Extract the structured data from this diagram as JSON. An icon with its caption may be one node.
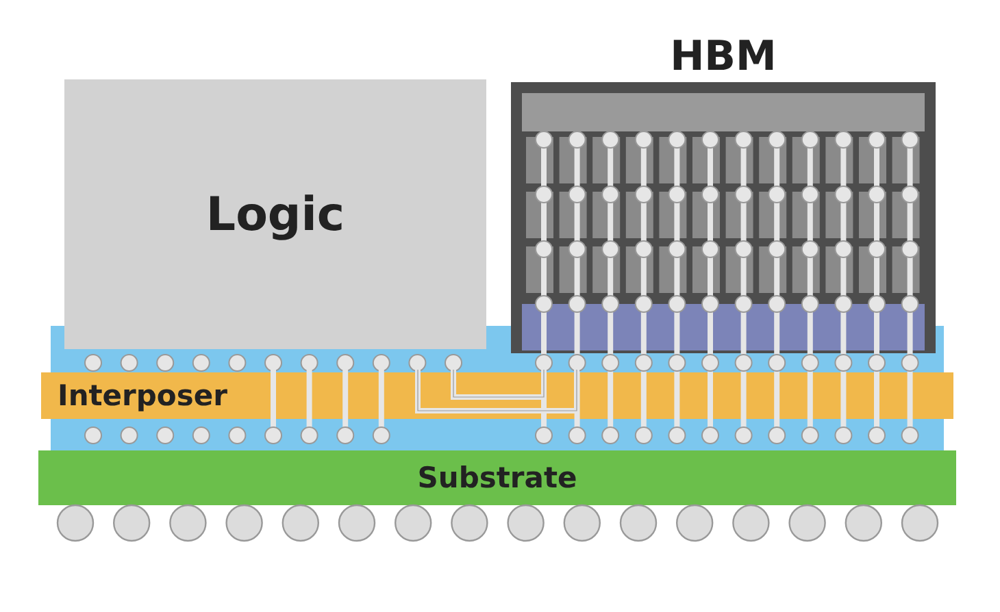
{
  "diagram": {
    "nodes": [
      {
        "text": [
          "Logic"
        ]
      },
      {
        "text": [
          "HBM"
        ]
      },
      {
        "text": [
          "Interposer"
        ]
      },
      {
        "text": [
          "Substrate"
        ]
      }
    ]
  }
}
